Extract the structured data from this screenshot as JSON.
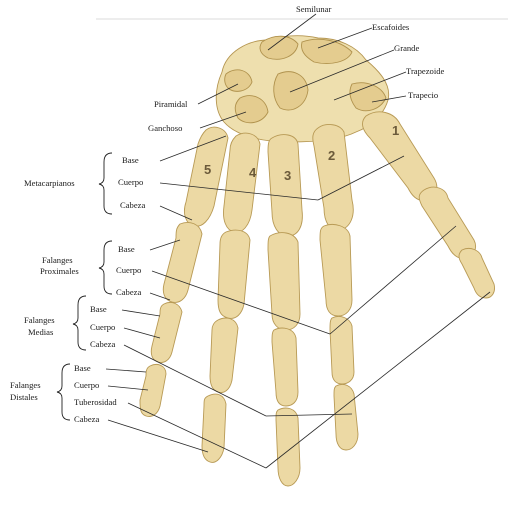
{
  "colors": {
    "bone": "#ecd9a4",
    "bone_shadow": "#e4cc8f",
    "outline": "#b89a55",
    "text": "#1a1a1a",
    "rule": "#cccccc"
  },
  "carpals": {
    "semilunar": "Semilunar",
    "escafoides": "Escafoides",
    "grande": "Grande",
    "trapezoide": "Trapezoide",
    "trapecio": "Trapecio",
    "piramidal": "Piramidal",
    "ganchoso": "Ganchoso"
  },
  "groups": {
    "metacarpianos": {
      "title": "Metacarpianos",
      "items": [
        "Base",
        "Cuerpo",
        "Cabeza"
      ]
    },
    "falanges_proximales": {
      "title_line1": "Falanges",
      "title_line2": "Proximales",
      "items": [
        "Base",
        "Cuerpo",
        "Cabeza"
      ]
    },
    "falanges_medias": {
      "title_line1": "Falanges",
      "title_line2": "Medias",
      "items": [
        "Base",
        "Cuerpo",
        "Cabeza"
      ]
    },
    "falanges_distales": {
      "title_line1": "Falanges",
      "title_line2": "Distales",
      "items": [
        "Base",
        "Cuerpo",
        "Tuberosidad",
        "Cabeza"
      ]
    }
  },
  "finger_numbers": [
    "1",
    "2",
    "3",
    "4",
    "5"
  ]
}
